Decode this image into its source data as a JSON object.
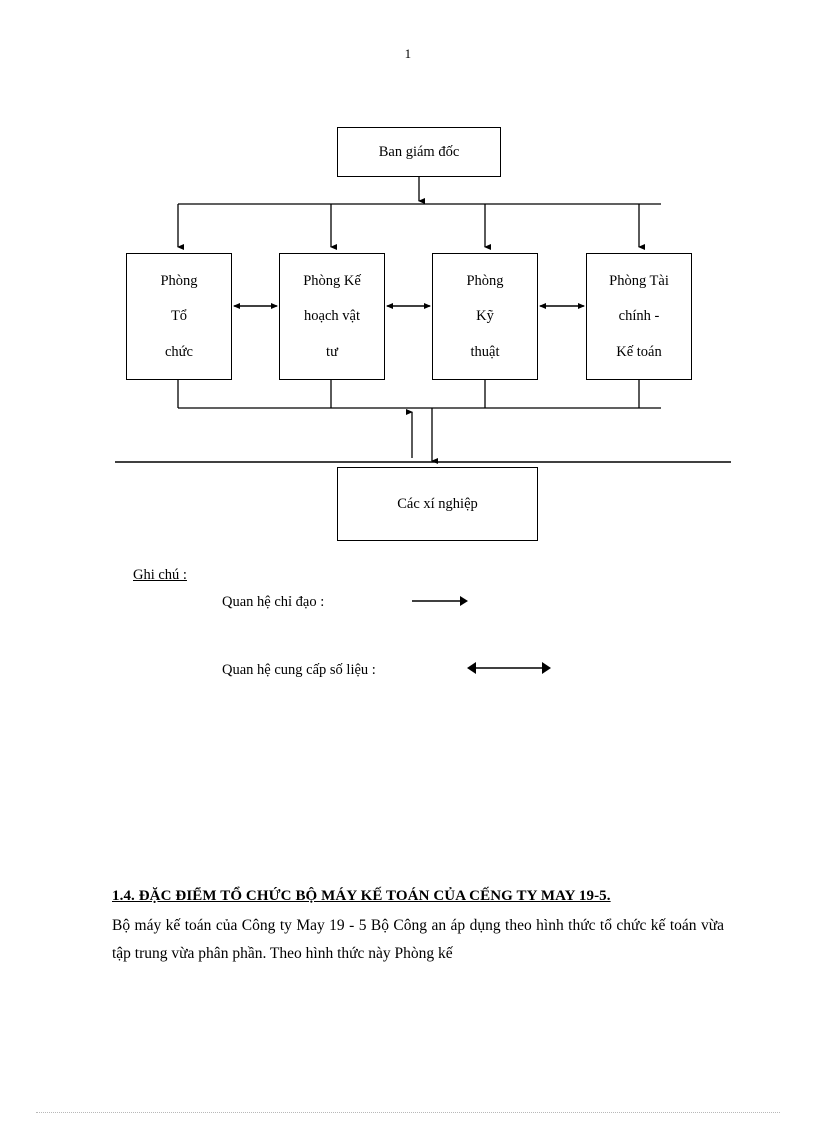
{
  "page": {
    "number": "1"
  },
  "diagram": {
    "director": {
      "lines": [
        "Ban giám  đốc"
      ]
    },
    "departments": [
      {
        "lines": [
          "Phòng",
          "Tổ",
          "chức"
        ]
      },
      {
        "lines": [
          "Phòng Kế",
          "hoạch vật",
          "tư"
        ]
      },
      {
        "lines": [
          "Phòng",
          "Kỹ",
          "thuật"
        ]
      },
      {
        "lines": [
          "Phòng Tài",
          "chính -",
          "Kế toán"
        ]
      }
    ],
    "enterprise": {
      "lines": [
        "Các xí nghiệp"
      ]
    }
  },
  "legend": {
    "title": "Ghi chú :",
    "rows": [
      {
        "label": "Quan hệ chỉ đạo :",
        "arrow": "single-arrow-right-icon"
      },
      {
        "label": "Quan hệ cung cấp số liệu  :",
        "arrow": "double-arrow-icon"
      }
    ]
  },
  "content": {
    "heading": "1.4. ĐẶC ĐIỂM TỔ CHỨC BỘ MÁY KẾ TOÁN CỦA CẾNG TY MAY 19-5.",
    "paragraph": "Bộ máy kế toán của Công ty May 19 - 5 Bộ Công an áp dụng theo hình thức tổ chức kế toán vừa tập trung vừa phân phần. Theo hình thức này Phòng kế"
  },
  "colors": {
    "ink": "#000000",
    "paper": "#ffffff",
    "footer_rule": "#b8b8b8"
  }
}
